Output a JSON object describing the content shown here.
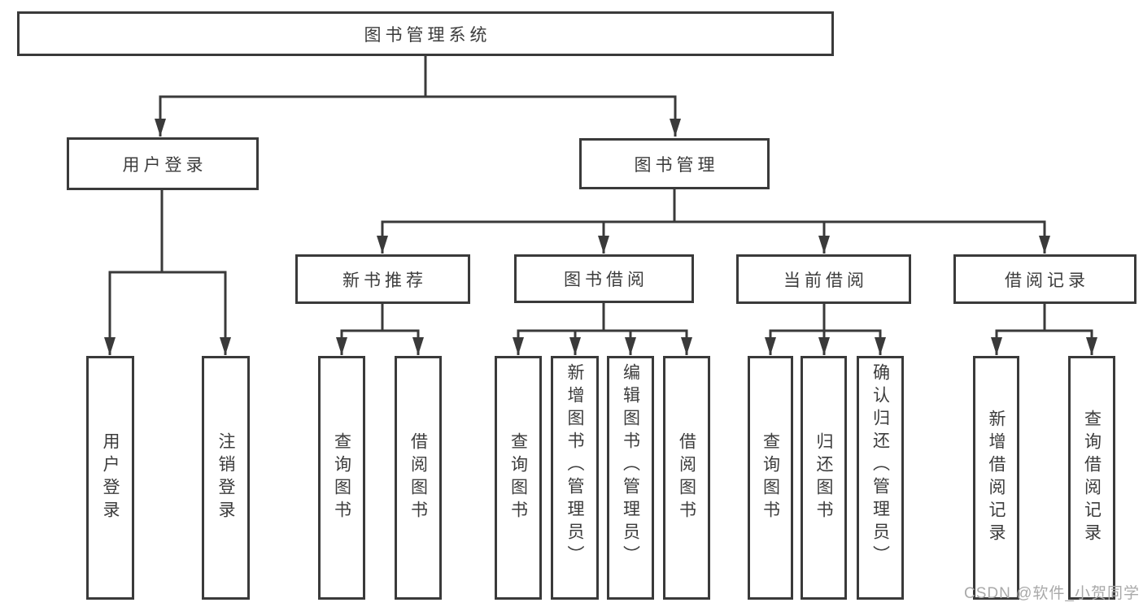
{
  "diagram": {
    "root": {
      "label": "图书管理系统"
    },
    "branches": [
      {
        "label": "用户登录",
        "children": [
          {
            "label": "用户登录"
          },
          {
            "label": "注销登录"
          }
        ]
      },
      {
        "label": "图书管理",
        "sections": [
          {
            "label": "新书推荐",
            "children": [
              {
                "label": "查询图书"
              },
              {
                "label": "借阅图书"
              }
            ]
          },
          {
            "label": "图书借阅",
            "children": [
              {
                "label": "查询图书"
              },
              {
                "label": "新增图书（管理员）"
              },
              {
                "label": "编辑图书（管理员）"
              },
              {
                "label": "借阅图书"
              }
            ]
          },
          {
            "label": "当前借阅",
            "children": [
              {
                "label": "查询图书"
              },
              {
                "label": "归还图书"
              },
              {
                "label": "确认归还（管理员）"
              }
            ]
          },
          {
            "label": "借阅记录",
            "children": [
              {
                "label": "新增借阅记录"
              },
              {
                "label": "查询借阅记录"
              }
            ]
          }
        ]
      }
    ]
  },
  "watermark": {
    "text": "CSDN @软件_小贺同学"
  },
  "colors": {
    "line": "#3a3a3a",
    "text": "#3c3c3c",
    "watermark": "#a9a9a9",
    "bg": "#ffffff"
  }
}
